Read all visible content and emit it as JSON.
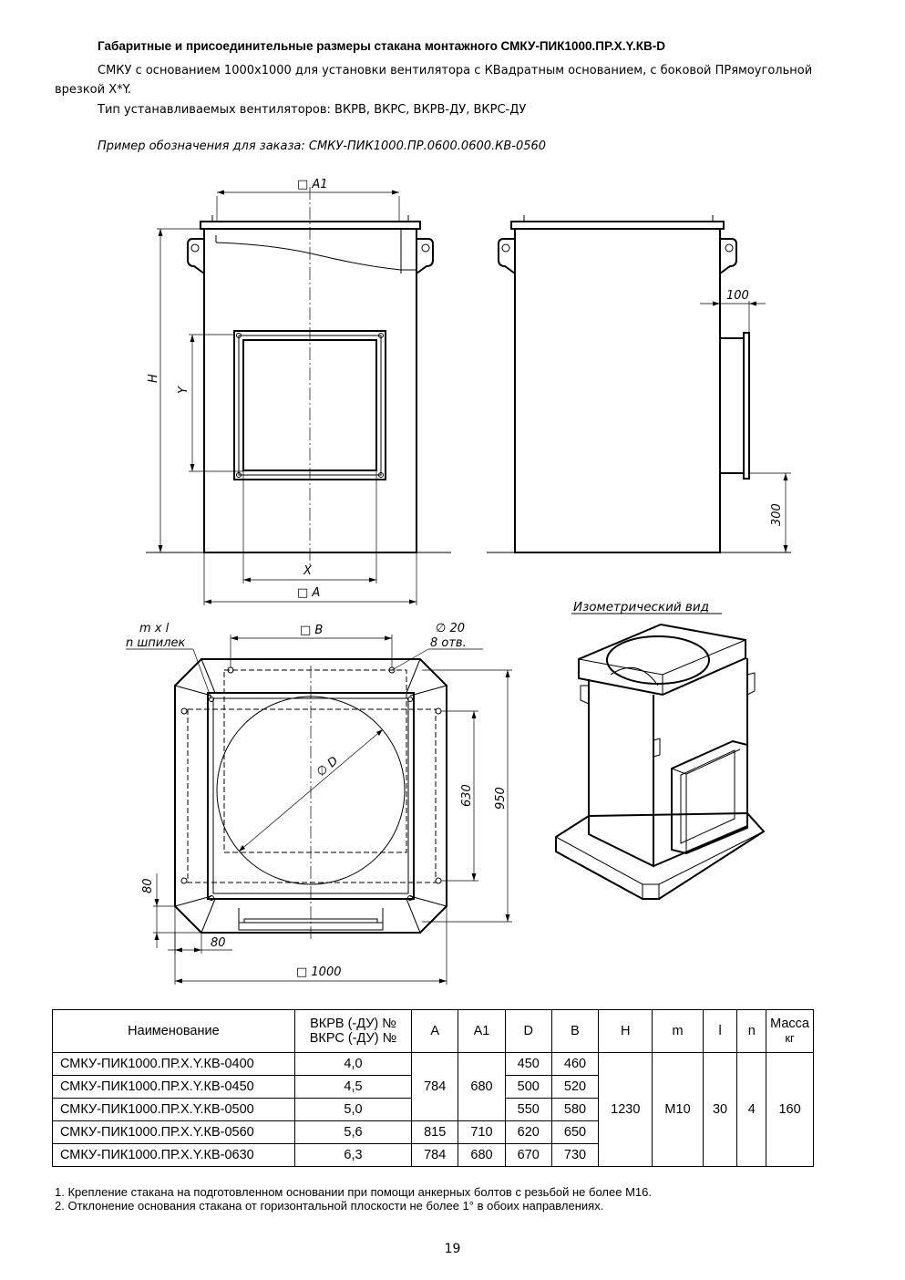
{
  "header": {
    "title": "Габаритные и присоединительные размеры стакана монтажного СМКУ-ПИК1000.ПР.X.Y.КВ-D",
    "desc_line1": "СМКУ с основанием 1000x1000 для установки вентилятора с КВадратным основанием, с боковой ПРямоугольной",
    "desc_line2": "врезкой X*Y.",
    "fan_types": "Тип устанавливаемых вентиляторов: ВКРВ, ВКРС, ВКРВ-ДУ, ВКРС-ДУ",
    "example": "Пример обозначения для заказа: СМКУ-ПИК1000.ПР.0600.0600.КВ-0560"
  },
  "drawing": {
    "front": {
      "dim_a1": "□ A1",
      "dim_h": "H",
      "dim_y": "Y",
      "dim_x": "X",
      "dim_a": "□ A"
    },
    "side": {
      "dim_100": "100",
      "dim_300": "300"
    },
    "plan": {
      "studs_1": "m x l",
      "studs_2": "n шпилек",
      "dim_b": "□ B",
      "holes_1": "∅ 20",
      "holes_2": "8 отв.",
      "dim_d": "∅ D",
      "dim_630": "630",
      "dim_950": "950",
      "dim_80_v": "80",
      "dim_80_h": "80",
      "dim_1000": "□ 1000"
    },
    "iso": {
      "label": "Изометрический вид"
    }
  },
  "table": {
    "headers": [
      "Наименование",
      "ВКРВ (-ДУ) №",
      "ВКРС (-ДУ) №",
      "A",
      "A1",
      "D",
      "B",
      "H",
      "m",
      "l",
      "n",
      "Масса",
      "кг"
    ],
    "rows": [
      {
        "name": "СМКУ-ПИК1000.ПР.X.Y.КВ-0400",
        "fan": "4,0",
        "d": "450",
        "b": "460"
      },
      {
        "name": "СМКУ-ПИК1000.ПР.X.Y.КВ-0450",
        "fan": "4,5",
        "d": "500",
        "b": "520"
      },
      {
        "name": "СМКУ-ПИК1000.ПР.X.Y.КВ-0500",
        "fan": "5,0",
        "d": "550",
        "b": "580"
      },
      {
        "name": "СМКУ-ПИК1000.ПР.X.Y.КВ-0560",
        "fan": "5,6",
        "a": "815",
        "a1": "710",
        "d": "620",
        "b": "650"
      },
      {
        "name": "СМКУ-ПИК1000.ПР.X.Y.КВ-0630",
        "fan": "6,3",
        "a": "784",
        "a1": "680",
        "d": "670",
        "b": "730"
      }
    ],
    "merged": {
      "a_top": "784",
      "a1_top": "680",
      "h": "1230",
      "m": "M10",
      "l": "30",
      "n": "4",
      "mass": "160"
    }
  },
  "notes": [
    "1. Крепление стакана на подготовленном основании при помощи анкерных болтов с резьбой не более М16.",
    "2. Отклонение основания стакана от горизонтальной плоскости не более 1° в обоих направлениях."
  ],
  "page_number": "19"
}
